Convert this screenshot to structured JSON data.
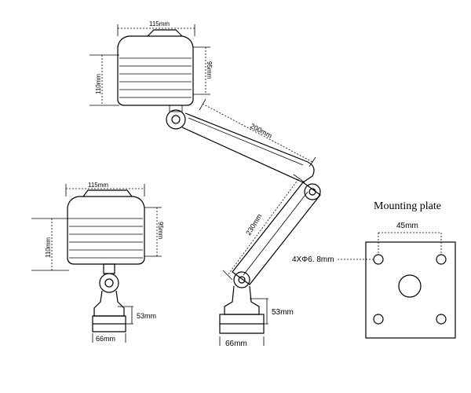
{
  "dimensions": {
    "top_head_width": "115mm",
    "top_head_height_outer": "110mm",
    "top_head_height_inner": "95mm",
    "upper_arm": "200mm",
    "lower_arm": "230mm",
    "left_head_width": "115mm",
    "left_head_height_outer": "110mm",
    "left_head_height_inner": "95mm",
    "left_base_height": "53mm",
    "left_base_width": "66mm",
    "right_base_height": "53mm",
    "right_base_width": "66mm"
  },
  "mounting_plate": {
    "title": "Mounting plate",
    "hole_spacing": "45mm",
    "hole_label": "4XΦ6. 8mm"
  }
}
